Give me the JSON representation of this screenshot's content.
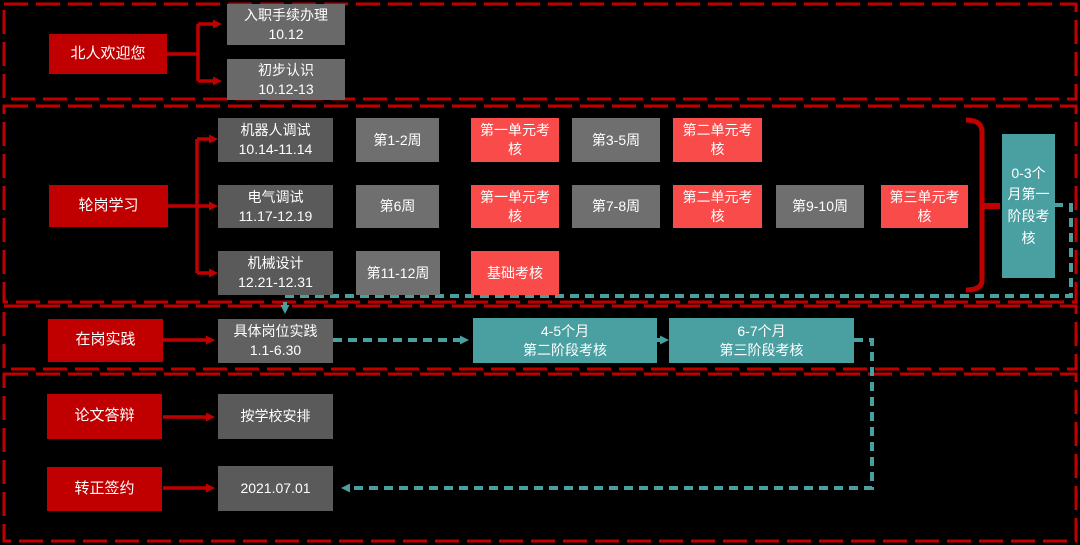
{
  "colors": {
    "dark_red": "#C00000",
    "bright_red": "#FA4B4B",
    "gray_top": "#696969",
    "gray_task": "#5A5A5A",
    "gray_week": "#6F6F6F",
    "teal": "#4A9FA1",
    "background": "#000000",
    "text": "#FFFFFF"
  },
  "sections": {
    "welcome": {
      "title": "北人欢迎您",
      "items": [
        {
          "label": "入职手续办理",
          "date": "10.12"
        },
        {
          "label": "初步认识",
          "date": "10.12-13"
        }
      ]
    },
    "rotation": {
      "title": "轮岗学习",
      "rows": [
        {
          "task": "机器人调试",
          "date": "10.14-11.14",
          "steps": [
            {
              "label": "第1-2周",
              "type": "week"
            },
            {
              "label": "第一单元考核",
              "type": "exam"
            },
            {
              "label": "第3-5周",
              "type": "week"
            },
            {
              "label": "第二单元考核",
              "type": "exam"
            }
          ]
        },
        {
          "task": "电气调试",
          "date": "11.17-12.19",
          "steps": [
            {
              "label": "第6周",
              "type": "week"
            },
            {
              "label": "第一单元考核",
              "type": "exam"
            },
            {
              "label": "第7-8周",
              "type": "week"
            },
            {
              "label": "第二单元考核",
              "type": "exam"
            },
            {
              "label": "第9-10周",
              "type": "week"
            },
            {
              "label": "第三单元考核",
              "type": "exam"
            }
          ]
        },
        {
          "task": "机械设计",
          "date": "12.21-12.31",
          "steps": [
            {
              "label": "第11-12周",
              "type": "week"
            },
            {
              "label": "基础考核",
              "type": "exam"
            }
          ]
        }
      ],
      "stage_assessment": "0-3个月第一阶段考核"
    },
    "practice": {
      "title": "在岗实践",
      "task": "具体岗位实践",
      "date": "1.1-6.30",
      "stages": [
        {
          "period": "4-5个月",
          "label": "第二阶段考核"
        },
        {
          "period": "6-7个月",
          "label": "第三阶段考核"
        }
      ]
    },
    "thesis": {
      "title": "论文答辩",
      "item": "按学校安排"
    },
    "contract": {
      "title": "转正签约",
      "item": "2021.07.01"
    }
  }
}
